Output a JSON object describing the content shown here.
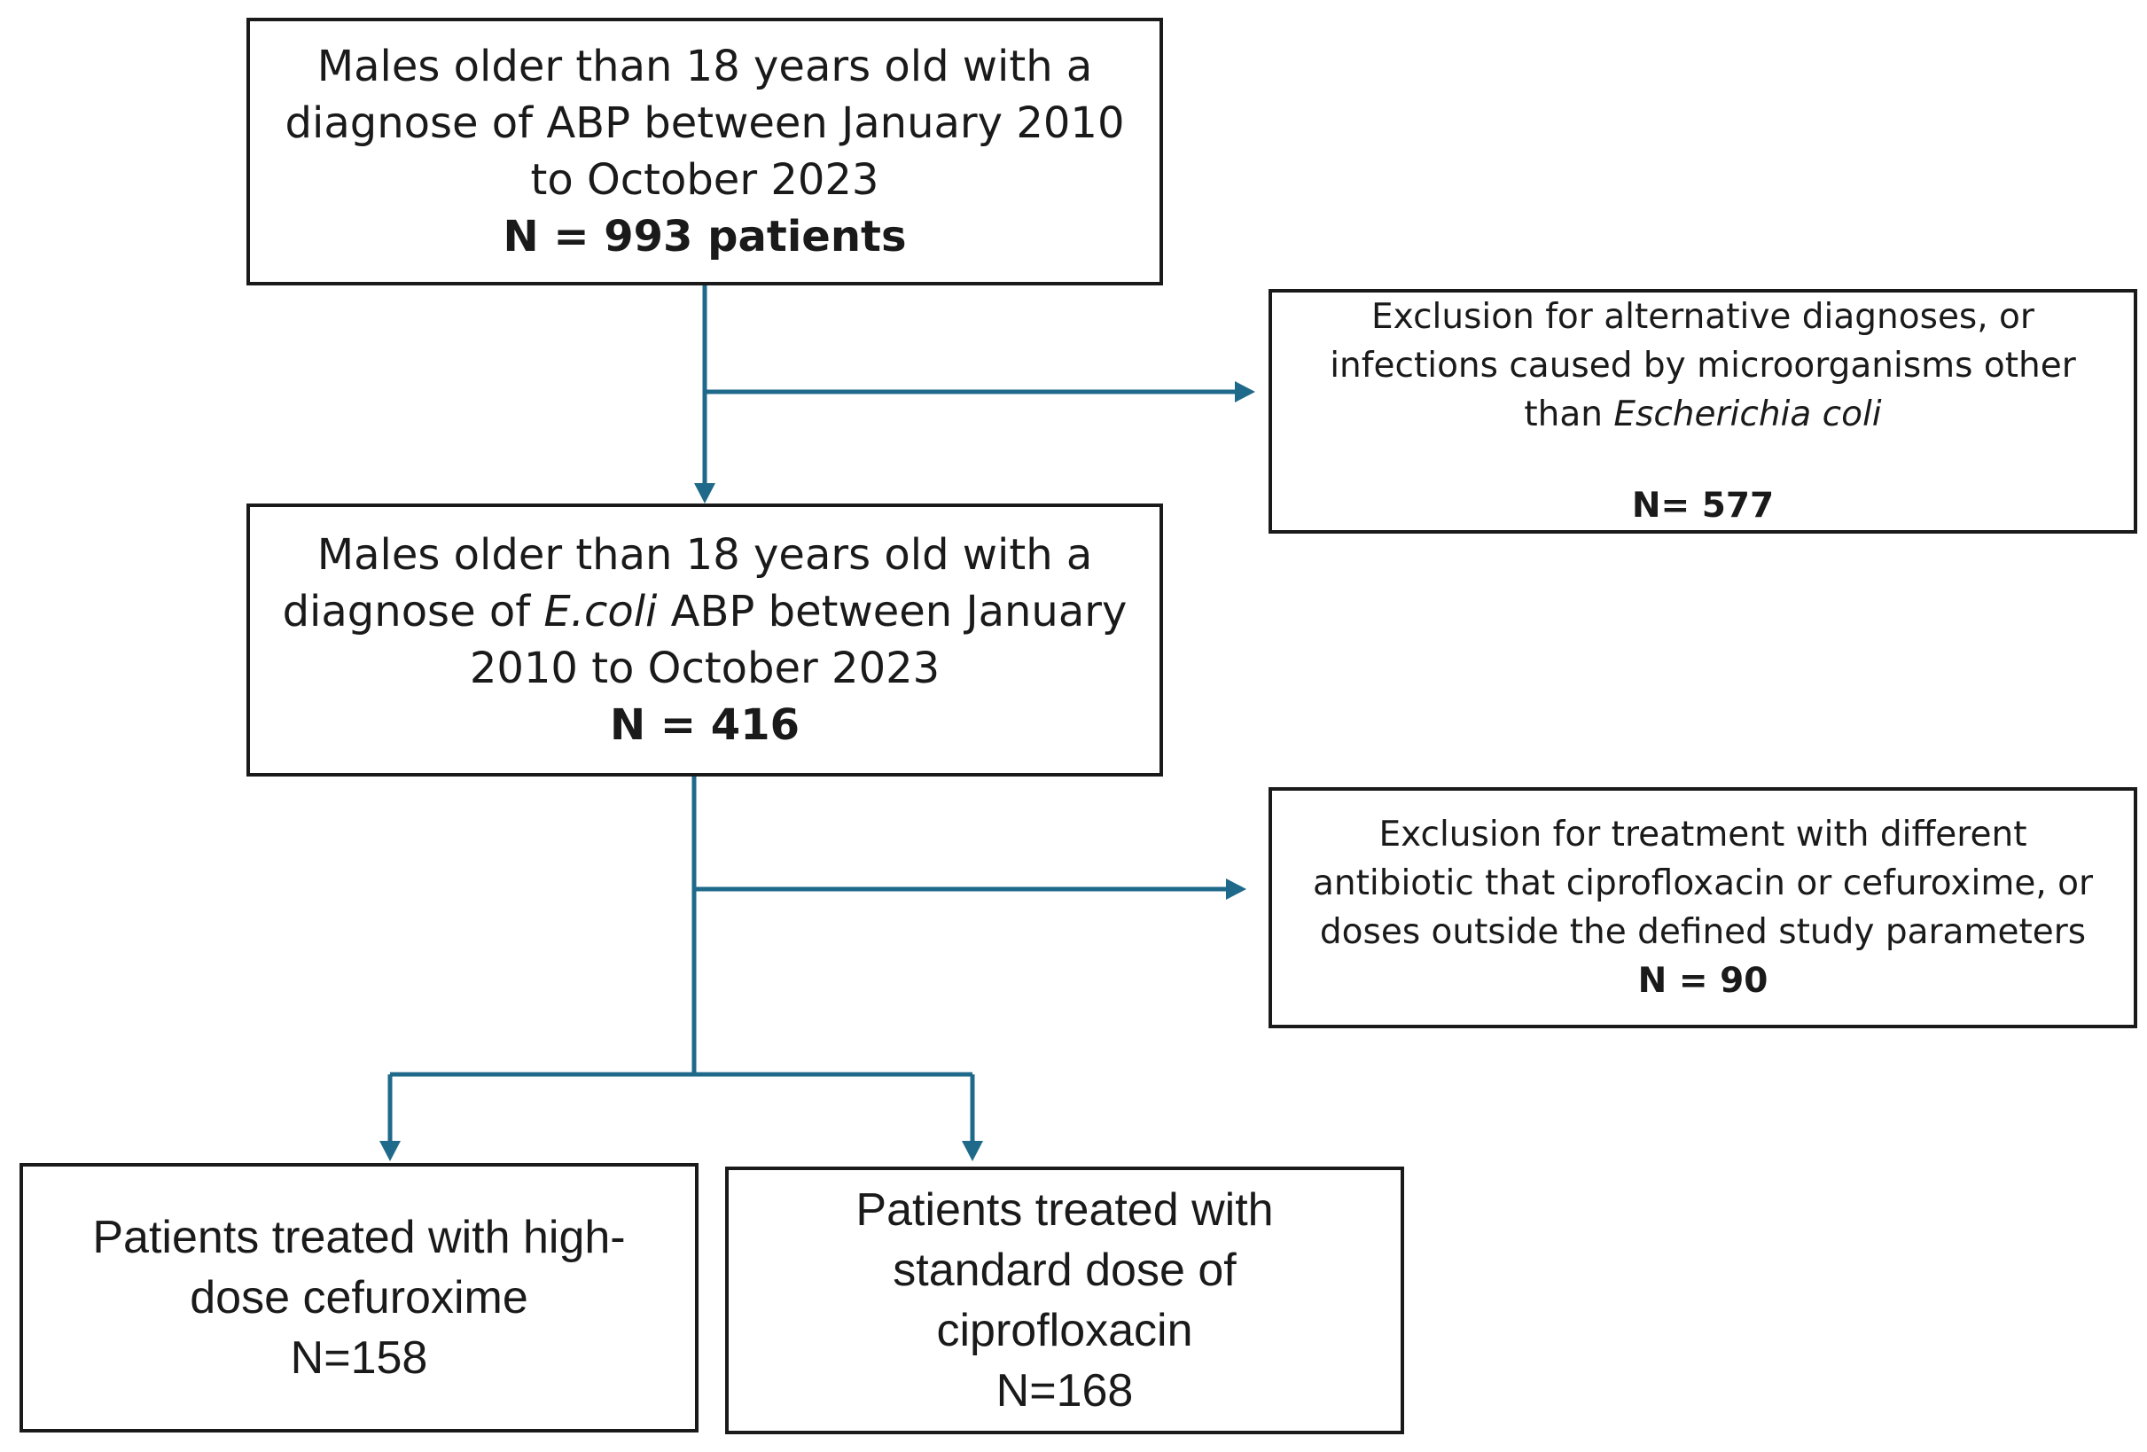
{
  "boxes": {
    "initial": {
      "line1": "Males older than 18 years old with a",
      "line2": "diagnose of ABP between January 2010",
      "line3": "to October 2023",
      "count": "N = 993 patients"
    },
    "exclusion1": {
      "line1": "Exclusion for alternative diagnoses,  or",
      "line2": "infections caused by microorganisms other",
      "line3_pre": "than ",
      "line3_italic": "Escherichia coli",
      "count": "N= 577"
    },
    "ecoli": {
      "line1": "Males older than 18 years old with a",
      "line2_pre": "diagnose of ",
      "line2_italic": "E.coli",
      "line2_post": " ABP between January",
      "line3": "2010 to October 2023",
      "count": "N = 416"
    },
    "exclusion2": {
      "line1": "Exclusion for treatment with different",
      "line2": "antibiotic that ciprofloxacin or cefuroxime, or",
      "line3": "doses outside the defined study parameters",
      "count": "N = 90"
    },
    "cefuroxime": {
      "line1": "Patients treated with high-",
      "line2": "dose cefuroxime",
      "count": "N=158"
    },
    "ciprofloxacin": {
      "line1": "Patients treated with",
      "line2": "standard dose of",
      "line3": "ciprofloxacin",
      "count": "N=168"
    }
  },
  "colors": {
    "connector": "#1f6a8a",
    "border": "#1a1a1a"
  }
}
